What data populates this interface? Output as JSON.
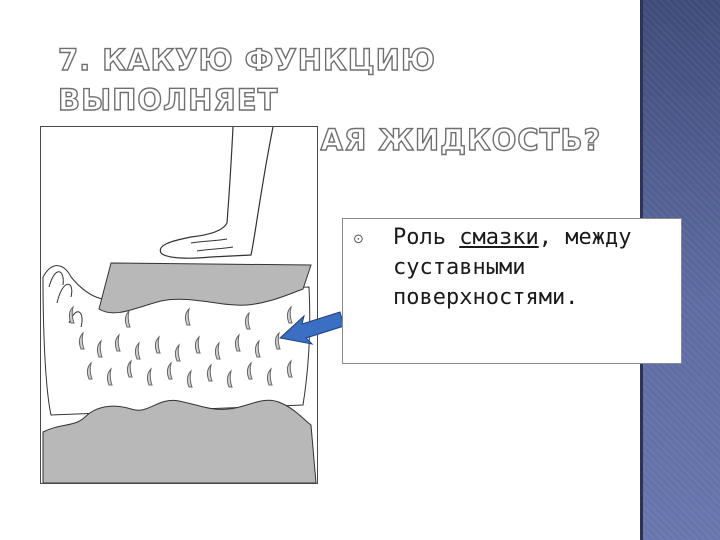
{
  "slide": {
    "title_line1": "7. Какую функцию выполняет",
    "title_line2": "суставная жидкость?",
    "bullet": {
      "part1": "Роль ",
      "part2_underlined": "смазки",
      "part3": ", между суставными поверхностями."
    },
    "bullet_icon": "circle-dot-icon",
    "colors": {
      "sidebar": "#4b578a",
      "title_outline": "#6f6f6f",
      "arrow": "#3a6fc4",
      "figure_gray": "#b8b8b8"
    }
  }
}
